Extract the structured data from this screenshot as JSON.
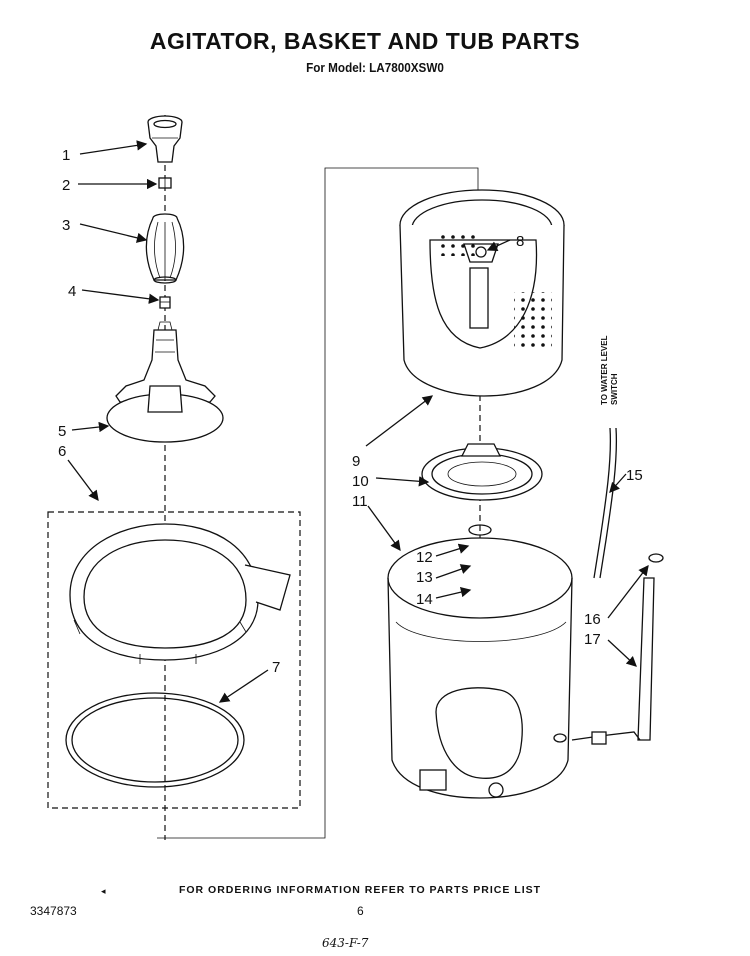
{
  "header": {
    "title": "AGITATOR, BASKET AND TUB PARTS",
    "model": "For Model: LA7800XSW0"
  },
  "side_note": {
    "line1": "TO WATER LEVEL",
    "line2": "SWITCH"
  },
  "callouts": {
    "c1": "1",
    "c2": "2",
    "c3": "3",
    "c4": "4",
    "c5": "5",
    "c6": "6",
    "c7": "7",
    "c8": "8",
    "c9": "9",
    "c10": "10",
    "c11": "11",
    "c12": "12",
    "c13": "13",
    "c14": "14",
    "c15": "15",
    "c16": "16",
    "c17": "17"
  },
  "footer": {
    "note": "FOR ORDERING INFORMATION REFER TO PARTS PRICE LIST",
    "doc_number": "3347873",
    "page": "6",
    "handwritten": "643-F-7"
  }
}
